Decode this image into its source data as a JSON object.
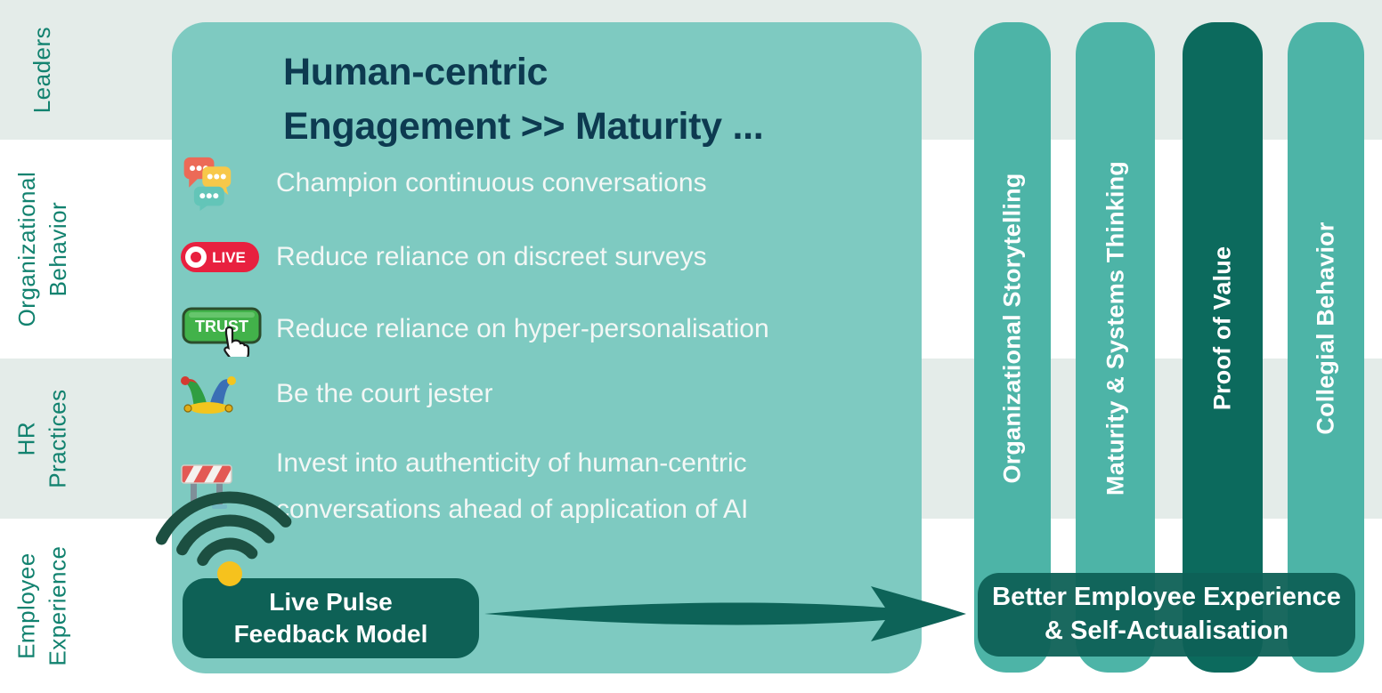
{
  "colors": {
    "band_light": "#e4ece9",
    "main_box_teal": "#7ecac1",
    "pillar_teal": "#4db4a7",
    "pillar_dark": "#0c6a5d",
    "dark_box": "#0e6156",
    "title_navy": "#0d3a50",
    "gutter_label_teal": "#12826f",
    "wifi_green": "#1c4f41",
    "wifi_dot_yellow": "#f6c21d",
    "live_badge_red": "#e8203f",
    "trust_button_green": "#42b24a"
  },
  "left_axis": {
    "rows": [
      {
        "label": "Leaders"
      },
      {
        "label": "Organizational\nBehavior"
      },
      {
        "label": "HR\nPractices"
      },
      {
        "label": "Employee\nExperience"
      }
    ]
  },
  "main_box": {
    "title": "Human-centric\nEngagement >> Maturity ...",
    "bullets": [
      {
        "icon": "chat-bubbles-icon",
        "text": "Champion continuous conversations"
      },
      {
        "icon": "live-badge-icon",
        "badge_label": "LIVE",
        "text": "Reduce reliance on discreet surveys"
      },
      {
        "icon": "trust-button-icon",
        "button_label": "TRUST",
        "text": "Reduce reliance on hyper-personalisation"
      },
      {
        "icon": "jester-hat-icon",
        "text": "Be the court jester"
      },
      {
        "icon": "road-barrier-icon",
        "text": "Invest into authenticity of human-centric\nconversations ahead of application of AI"
      }
    ]
  },
  "live_pulse_box": {
    "label": "Live Pulse\nFeedback Model"
  },
  "pillars": [
    {
      "label": "Organizational Storytelling",
      "variant": "teal"
    },
    {
      "label": "Maturity & Systems Thinking",
      "variant": "teal"
    },
    {
      "label": "Proof of Value",
      "variant": "dark"
    },
    {
      "label": "Collegial Behavior",
      "variant": "teal"
    }
  ],
  "outcome_box": {
    "label": "Better Employee Experience\n& Self-Actualisation"
  }
}
